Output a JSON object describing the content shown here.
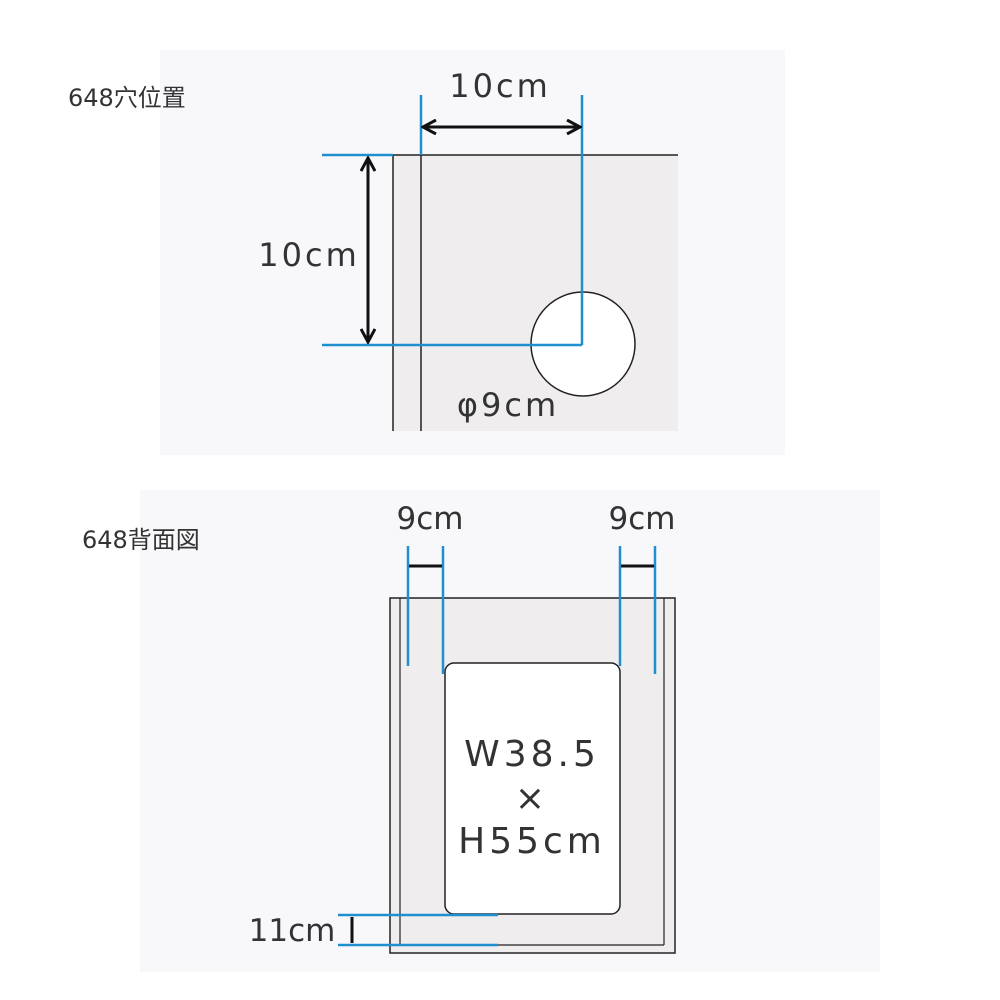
{
  "colors": {
    "background": "#ffffff",
    "panel_bg": "#f8f8fb",
    "board_fill": "#efeded",
    "opening_fill": "#ffffff",
    "outline": "#222222",
    "guide": "#1f8fcf",
    "text": "#333333"
  },
  "hole_position": {
    "title": "648穴位置",
    "horizontal_dimension": "10cm",
    "vertical_dimension": "10cm",
    "hole_diameter": "φ9cm"
  },
  "back_view": {
    "title": "648背面図",
    "left_margin": "9cm",
    "right_margin": "9cm",
    "opening_width": "W38.5",
    "times_sign": "×",
    "opening_height": "H55cm",
    "bottom_offset": "11cm"
  }
}
